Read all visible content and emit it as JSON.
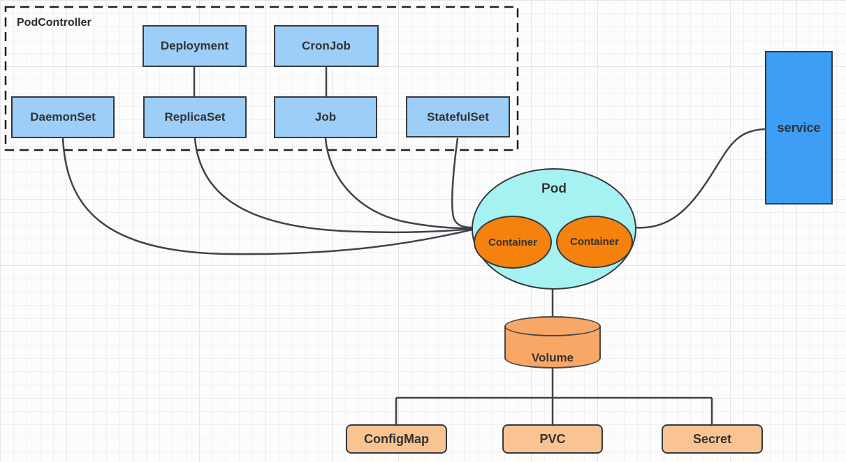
{
  "diagram": {
    "group": {
      "label": "PodController"
    },
    "controllers": [
      {
        "label": "Deployment"
      },
      {
        "label": "CronJob"
      },
      {
        "label": "DaemonSet"
      },
      {
        "label": "ReplicaSet"
      },
      {
        "label": "Job"
      },
      {
        "label": "StatefulSet"
      }
    ],
    "pod": {
      "label": "Pod",
      "containers": [
        {
          "label": "Container"
        },
        {
          "label": "Container"
        }
      ]
    },
    "service": {
      "label": "service"
    },
    "volume": {
      "label": "Volume"
    },
    "volume_sources": [
      {
        "label": "ConfigMap"
      },
      {
        "label": "PVC"
      },
      {
        "label": "Secret"
      }
    ],
    "edges": [
      {
        "from": "Deployment",
        "to": "ReplicaSet"
      },
      {
        "from": "CronJob",
        "to": "Job"
      },
      {
        "from": "DaemonSet",
        "to": "Pod"
      },
      {
        "from": "ReplicaSet",
        "to": "Pod"
      },
      {
        "from": "Job",
        "to": "Pod"
      },
      {
        "from": "StatefulSet",
        "to": "Pod"
      },
      {
        "from": "Pod",
        "to": "service"
      },
      {
        "from": "Pod",
        "to": "Volume"
      },
      {
        "from": "Volume",
        "to": "ConfigMap"
      },
      {
        "from": "Volume",
        "to": "PVC"
      },
      {
        "from": "Volume",
        "to": "Secret"
      }
    ],
    "colors": {
      "controller_fill": "#9ccef8",
      "service_fill": "#3e9df5",
      "pod_fill": "#a6f2f2",
      "container_fill": "#f5820d",
      "volume_fill": "#f9a767",
      "source_fill": "#f9c492",
      "node_border": "#36393f",
      "connector": "#3f4347",
      "text": "#333333"
    }
  }
}
